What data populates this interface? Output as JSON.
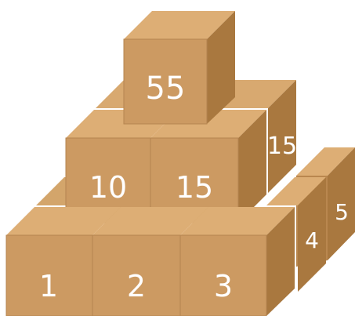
{
  "colors": {
    "front": "#CC9A62",
    "top": "#DDAE75",
    "side": "#A9783F",
    "edge": "#B9874F",
    "text": "#FFFFFF"
  },
  "boxes": {
    "bottom_front": [
      "1",
      "2",
      "3"
    ],
    "bottom_back_right": [
      "4",
      "5"
    ],
    "middle_front": [
      "10",
      "15"
    ],
    "middle_back_right": "15",
    "top": "55"
  }
}
